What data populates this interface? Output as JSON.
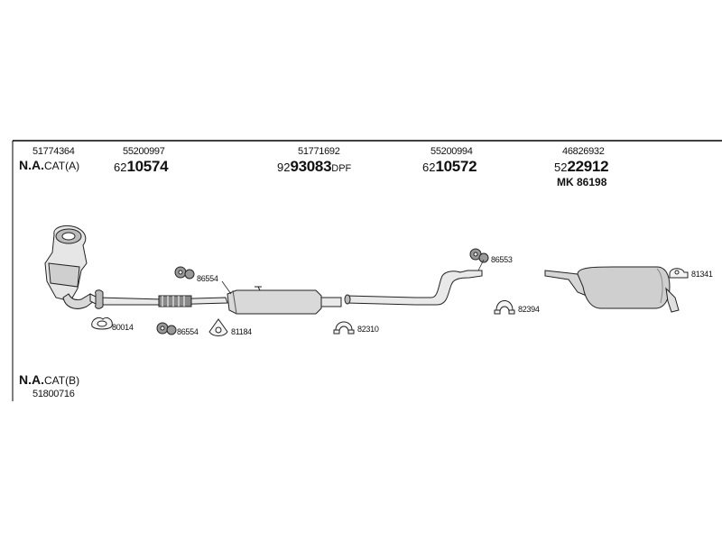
{
  "headers": [
    {
      "oe": "51774364",
      "variant": {
        "na": "N.A.",
        "cat": "CAT(A)"
      }
    },
    {
      "oe": "55200997",
      "prefix": "62",
      "num": "10574"
    },
    {
      "oe": "51771692",
      "prefix": "92",
      "num": "93083",
      "suffix": "DPF"
    },
    {
      "oe": "55200994",
      "prefix": "62",
      "num": "10572"
    },
    {
      "oe": "46826932",
      "prefix": "52",
      "num": "22912",
      "kit": "MK  86198"
    }
  ],
  "variant_b": {
    "na": "N.A.",
    "cat": "CAT(B)",
    "oe": "51800716"
  },
  "parts": [
    "80014",
    "86554",
    "86554",
    "81184",
    "82310",
    "86553",
    "82394",
    "81341"
  ]
}
